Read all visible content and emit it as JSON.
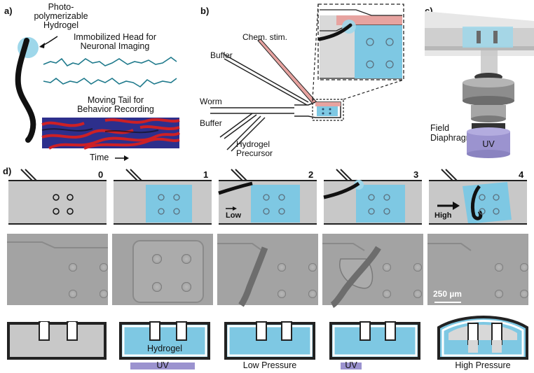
{
  "panel_labels": {
    "a": "a)",
    "b": "b)",
    "c": "c)",
    "d": "d)"
  },
  "panel_a": {
    "hydrogel_label": "Photo-polymerizable\nHydrogel",
    "head_label": "Immobilized Head for\nNeuronal Imaging",
    "tail_label": "Moving Tail for\nBehavior Recording",
    "time_label": "Time"
  },
  "panel_b": {
    "chem_stim": "Chem. stim.",
    "buffer_top": "Buffer",
    "worm": "Worm",
    "buffer_bottom": "Buffer",
    "precursor": "Hydrogel\nPrecursor"
  },
  "panel_c": {
    "field_diaphragm": "Field\nDiaphragm",
    "uv": "UV"
  },
  "panel_d": {
    "step_numbers": [
      "0",
      "1",
      "2",
      "3",
      "4"
    ],
    "arrow_low": "Low",
    "arrow_high": "High",
    "scale_bar": "250 µm",
    "cross_sections": [
      {
        "label": "",
        "below": ""
      },
      {
        "label": "Hydrogel",
        "below": "UV"
      },
      {
        "label": "",
        "below": "Low Pressure"
      },
      {
        "label": "",
        "below": "UV"
      },
      {
        "label": "",
        "below": "High Pressure"
      }
    ]
  },
  "colors": {
    "hydrogel_blue": "#7ec8e3",
    "channel_gray": "#c8c8c8",
    "wall": "#222222",
    "uv_purple": "#9b93cf",
    "trace_teal": "#1f7a8c",
    "pink": "#e7a3a0"
  }
}
